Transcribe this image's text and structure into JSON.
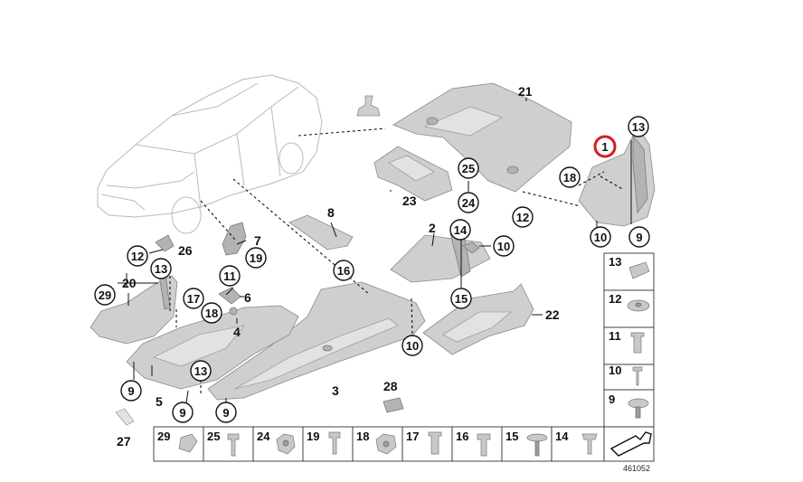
{
  "diagram": {
    "callouts": {
      "c1": "1",
      "c2": "2",
      "c3": "3",
      "c4": "4",
      "c5": "5",
      "c6": "6",
      "c7": "7",
      "c8": "8",
      "c9a": "9",
      "c9b": "9",
      "c9c": "9",
      "c9d": "9",
      "c10a": "10",
      "c10b": "10",
      "c10c": "10",
      "c11": "11",
      "c12a": "12",
      "c12b": "12",
      "c13a": "13",
      "c13b": "13",
      "c13c": "13",
      "c14": "14",
      "c15": "15",
      "c16": "16",
      "c17": "17",
      "c18a": "18",
      "c18b": "18",
      "c19": "19",
      "c20": "20",
      "c21": "21",
      "c22": "22",
      "c23": "23",
      "c24": "24",
      "c25": "25",
      "c26": "26",
      "c27": "27",
      "c28": "28",
      "c29": "29"
    },
    "hardware_side": [
      "13",
      "12",
      "11",
      "10",
      "9"
    ],
    "hardware_bottom": [
      "29",
      "25",
      "24",
      "19",
      "18",
      "17",
      "16",
      "15",
      "14"
    ],
    "reference_number": "461052",
    "highlighted_callout": "1",
    "colors": {
      "highlight": "#d81c1c",
      "part_fill": "#cfcfcf",
      "line": "#111111"
    }
  }
}
